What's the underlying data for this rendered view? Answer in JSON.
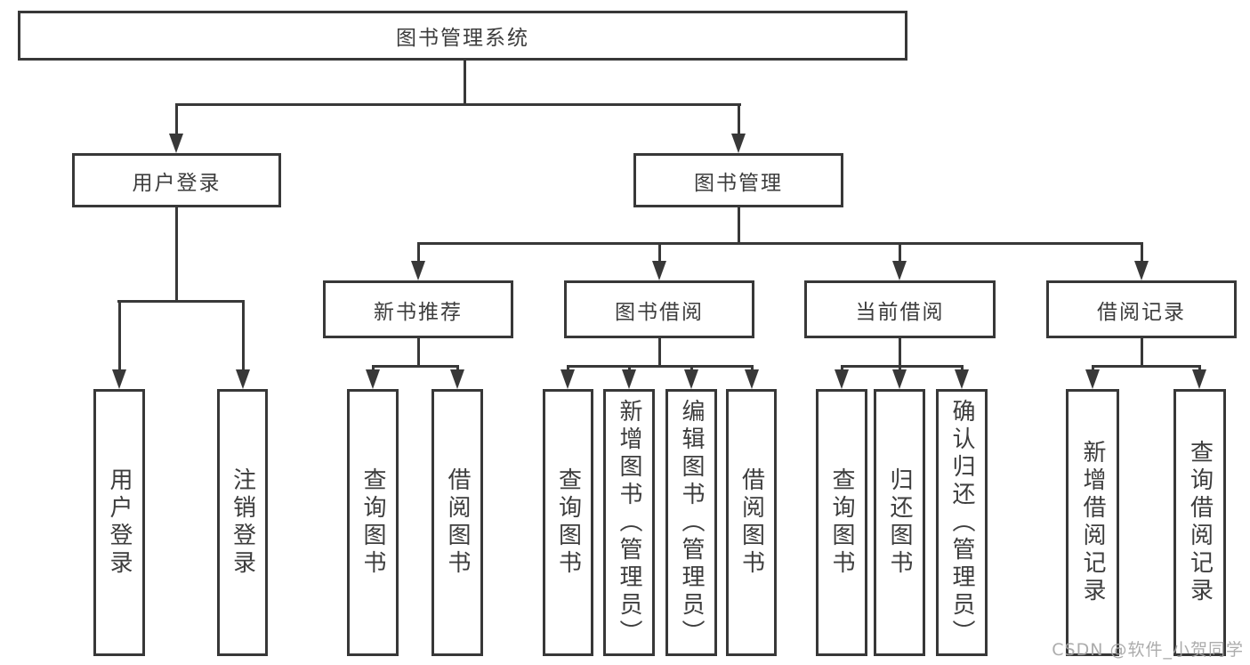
{
  "diagram": {
    "colors": {
      "line": "#383838",
      "text": "#3d3d3d",
      "background": "#ffffff",
      "watermark": "#a5a5a5"
    },
    "nodes": {
      "root": {
        "label": "图书管理系统"
      },
      "userLogin": {
        "label": "用户登录"
      },
      "bookManagement": {
        "label": "图书管理"
      },
      "newBookRecommend": {
        "label": "新书推荐"
      },
      "bookBorrow": {
        "label": "图书借阅"
      },
      "currentBorrow": {
        "label": "当前借阅"
      },
      "borrowRecord": {
        "label": "借阅记录"
      },
      "leafUserLogin": {
        "label": "用户登录"
      },
      "leafLogout": {
        "label": "注销登录"
      },
      "leafQueryBookRecommend": {
        "label": "查询图书"
      },
      "leafBorrowBookRecommend": {
        "label": "借阅图书"
      },
      "leafQueryBookBorrow": {
        "label": "查询图书"
      },
      "leafAddBookAdmin": {
        "label": "新增图书（管理员）"
      },
      "leafEditBookAdmin": {
        "label": "编辑图书（管理员）"
      },
      "leafBorrowBook": {
        "label": "借阅图书"
      },
      "leafQueryBookCurrent": {
        "label": "查询图书"
      },
      "leafReturnBook": {
        "label": "归还图书"
      },
      "leafConfirmReturnAdmin": {
        "label": "确认归还（管理员）"
      },
      "leafAddBorrowRecord": {
        "label": "新增借阅记录"
      },
      "leafQueryBorrowRecord": {
        "label": "查询借阅记录"
      }
    },
    "watermark": "CSDN @软件_小贺同学"
  }
}
